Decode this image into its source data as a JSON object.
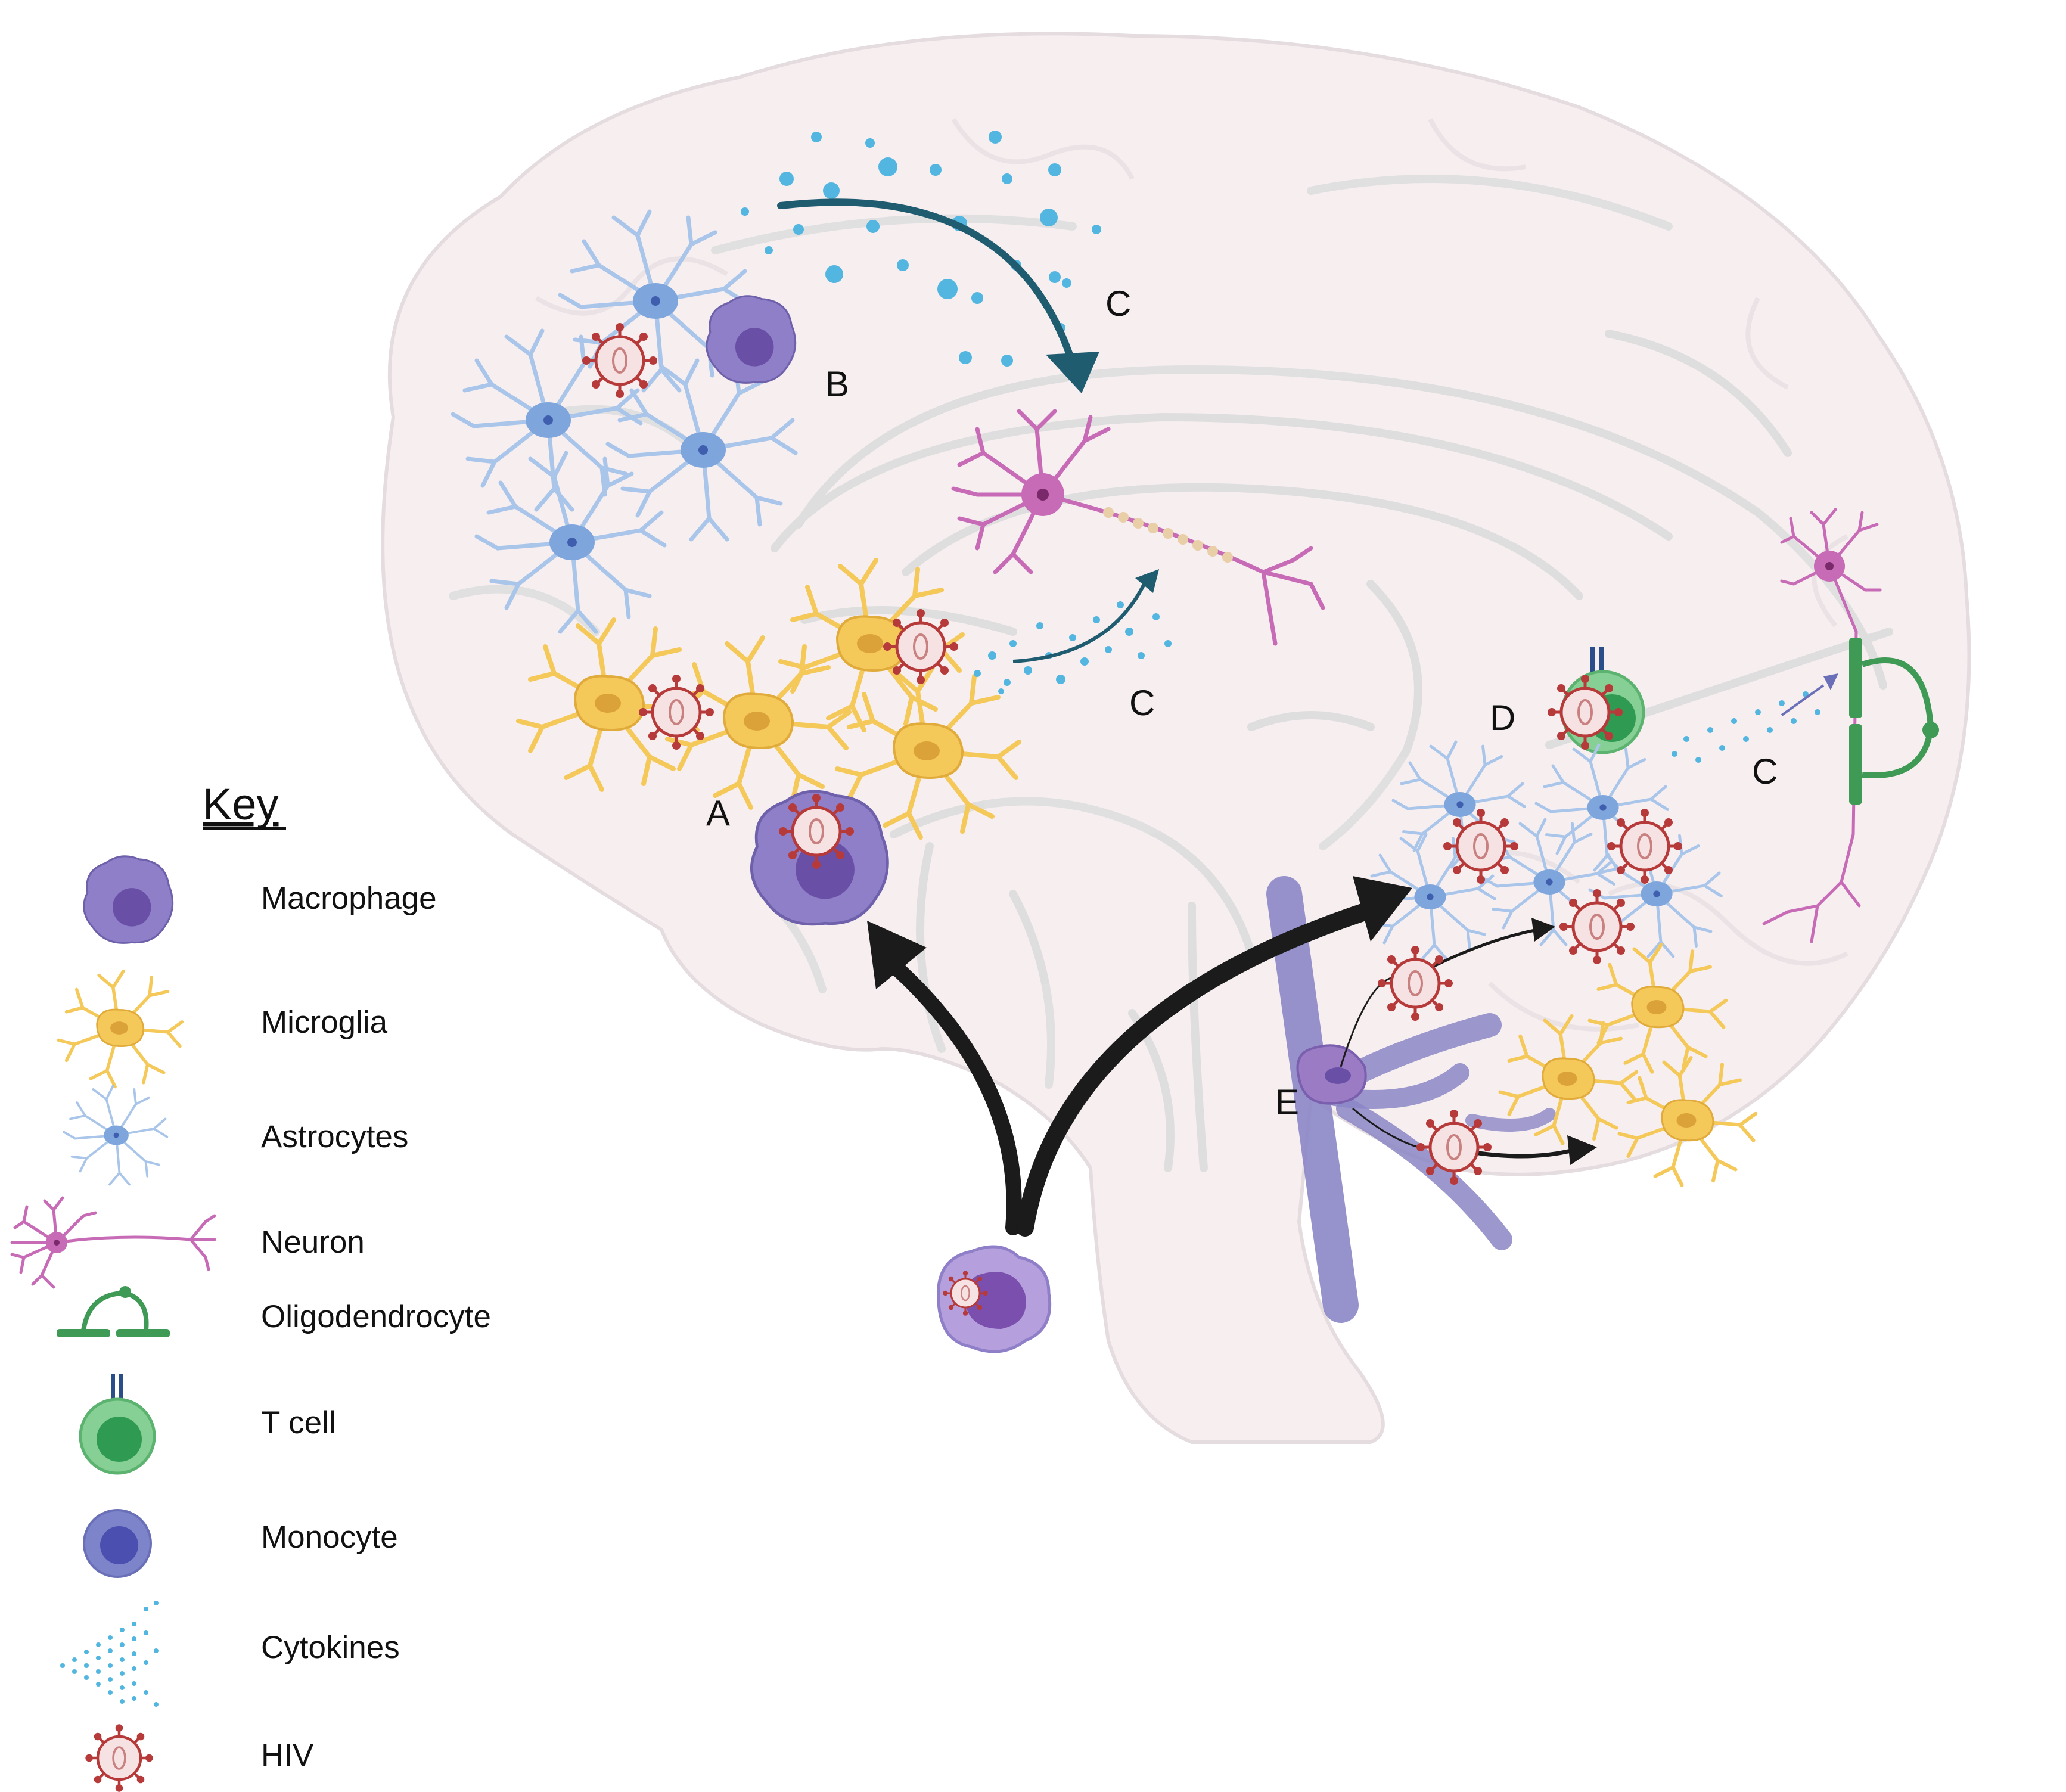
{
  "labels": {
    "a": "A",
    "b": "B",
    "c1": "C",
    "c2": "C",
    "c3": "C",
    "d": "D",
    "e": "E"
  },
  "key": {
    "title": "Key",
    "items": [
      {
        "icon": "macrophage-icon",
        "label": "Macrophage"
      },
      {
        "icon": "microglia-icon",
        "label": "Microglia"
      },
      {
        "icon": "astrocyte-icon",
        "label": "Astrocytes"
      },
      {
        "icon": "neuron-icon",
        "label": "Neuron"
      },
      {
        "icon": "oligodendrocyte-icon",
        "label": "Oligodendrocyte"
      },
      {
        "icon": "t-cell-icon",
        "label": "T cell"
      },
      {
        "icon": "monocyte-icon",
        "label": "Monocyte"
      },
      {
        "icon": "cytokines-icon",
        "label": "Cytokines"
      },
      {
        "icon": "hiv-icon",
        "label": "HIV"
      }
    ]
  },
  "colors": {
    "brain_fill": "#f7eef0",
    "brain_outline": "#dedede",
    "macrophage": "#8e7fc8",
    "macrophage_nucleus": "#6a4fa6",
    "microglia": "#f4c95a",
    "astrocyte": "#a9c6ea",
    "astrocyte_body": "#7ea6dd",
    "neuron": "#c76bb6",
    "oligodendrocyte": "#3f9a55",
    "t_cell": "#86cf95",
    "t_cell_nucleus": "#2f9a51",
    "monocyte": "#7d84c9",
    "monocyte_nucleus": "#4b4fb0",
    "cytokine": "#52b6e0",
    "hiv": "#b73a3a",
    "hiv_fill": "#f6e2e2",
    "arrow_black": "#1b1b1b",
    "arrow_teal": "#1f5c70",
    "vessel": "#8b86c6"
  }
}
